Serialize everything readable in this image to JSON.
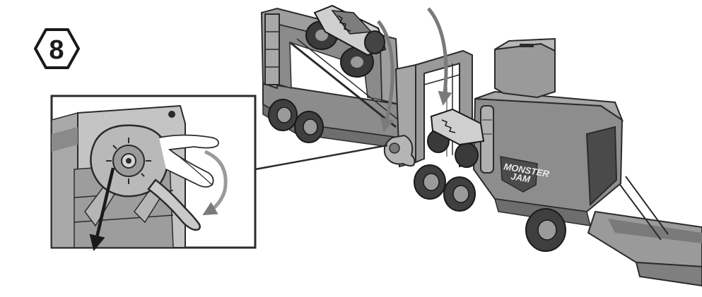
{
  "step": {
    "number": "8"
  },
  "truck_logo": {
    "line1": "MONSTER",
    "line2": "JAM"
  },
  "colors": {
    "toy_body": "#8f8f8f",
    "toy_dark": "#5a5a5a",
    "toy_light": "#bdbdbd",
    "outline": "#2b2b2b",
    "arrow": "#1a1a1a",
    "background": "#ffffff"
  },
  "icons": {
    "step_badge": "hexagon-badge",
    "motion_arrows": "curved-down-arrow",
    "pull_arrow": "straight-down-arrow",
    "hand": "finger-hand-icon"
  }
}
